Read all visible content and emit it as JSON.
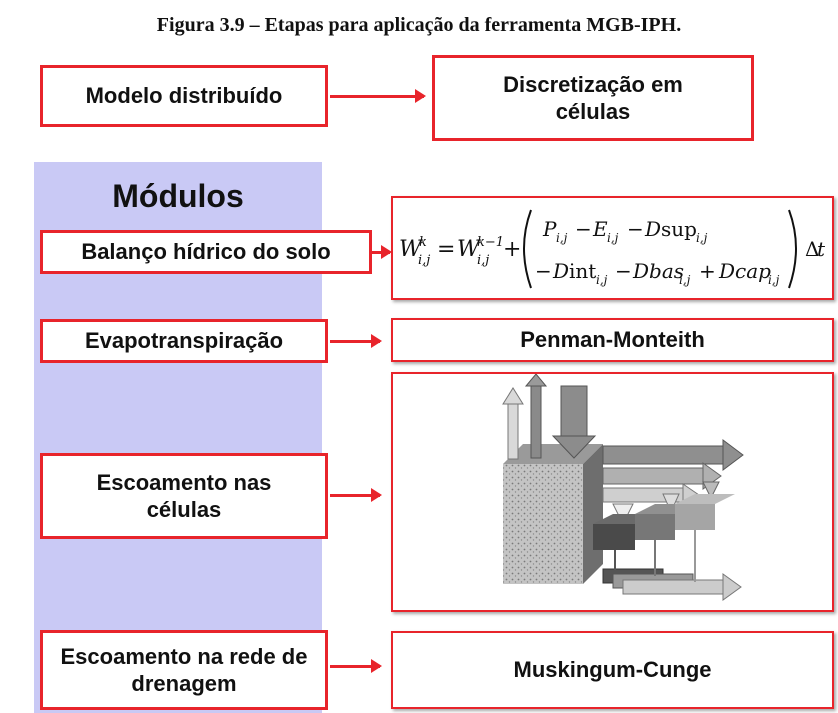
{
  "caption": "Figura 3.9 – Etapas para aplicação da ferramenta MGB-IPH.",
  "top_left": "Modelo distribuído",
  "top_right_line1": "Discretização em",
  "top_right_line2": "células",
  "modulos_title": "Módulos",
  "rows": [
    {
      "left": "Balanço hídrico do solo"
    },
    {
      "left": "Evapotranspiração",
      "right": "Penman-Monteith"
    },
    {
      "left_line1": "Escoamento nas",
      "left_line2": "células"
    },
    {
      "left_line1": "Escoamento na rede de",
      "left_line2": "drenagem",
      "right": "Muskingum-Cunge"
    }
  ],
  "colors": {
    "accent": "#e8242b",
    "band": "#c9c9f5"
  }
}
